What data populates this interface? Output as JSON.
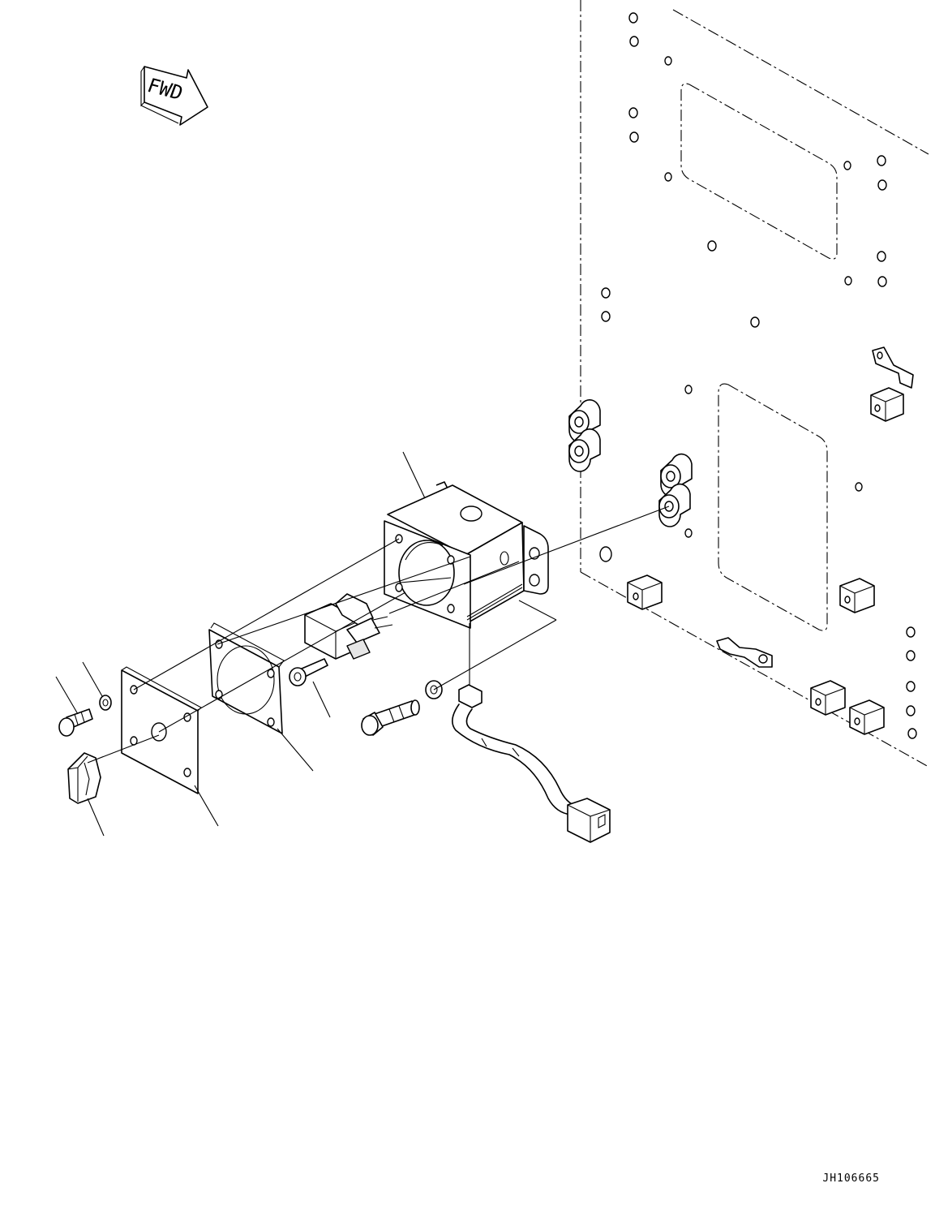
{
  "orientation_marker": {
    "text": "FWD",
    "icon": "arrow-right-icon"
  },
  "drawing_id": "JH106665",
  "parts": [
    "mounting-panel",
    "switch-box",
    "gasket",
    "cover-plate",
    "knob",
    "bolt",
    "washer",
    "switch",
    "screw",
    "wire-harness",
    "connector"
  ]
}
